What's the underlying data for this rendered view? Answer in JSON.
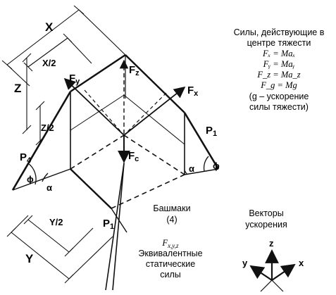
{
  "dimension_labels": {
    "x": "X",
    "x_half": "X/2",
    "z": "Z",
    "z_half": "Z/2",
    "y_half": "Y/2",
    "y": "Y"
  },
  "force_labels": {
    "fy": "F",
    "fy_sub": "y",
    "fz": "F",
    "fz_sub": "z",
    "fx": "F",
    "fx_sub": "x",
    "fg": "F",
    "fg_sub": "c",
    "p1_top": "P",
    "p1_top_sub": "1",
    "p4": "P",
    "p4_sub": "4",
    "p1_bottom": "P",
    "p1_bottom_sub": "1"
  },
  "angle_labels": {
    "phi": "ϕ",
    "alpha": "α"
  },
  "legend": {
    "line1": "Силы, действующие в",
    "line2": "центре тяжести",
    "eq1": "Fₓ = Maₓ",
    "eq2": "Fᵧ = Maᵧ",
    "eq3": "F_z = Ma_z",
    "eq4": "F_g = Mg",
    "note1": "(g – ускорение",
    "note2": "силы тяжести)"
  },
  "shoes": {
    "line1": "Башмаки",
    "line2": "(4)"
  },
  "equivalent": {
    "symbol": "F",
    "symbol_sub": "x,y,z",
    "line1": "Эквивалентные",
    "line2": "статические",
    "line3": "силы"
  },
  "accel": {
    "line1": "Векторы",
    "line2": "ускорения",
    "z": "z",
    "y": "y",
    "x": "x"
  }
}
